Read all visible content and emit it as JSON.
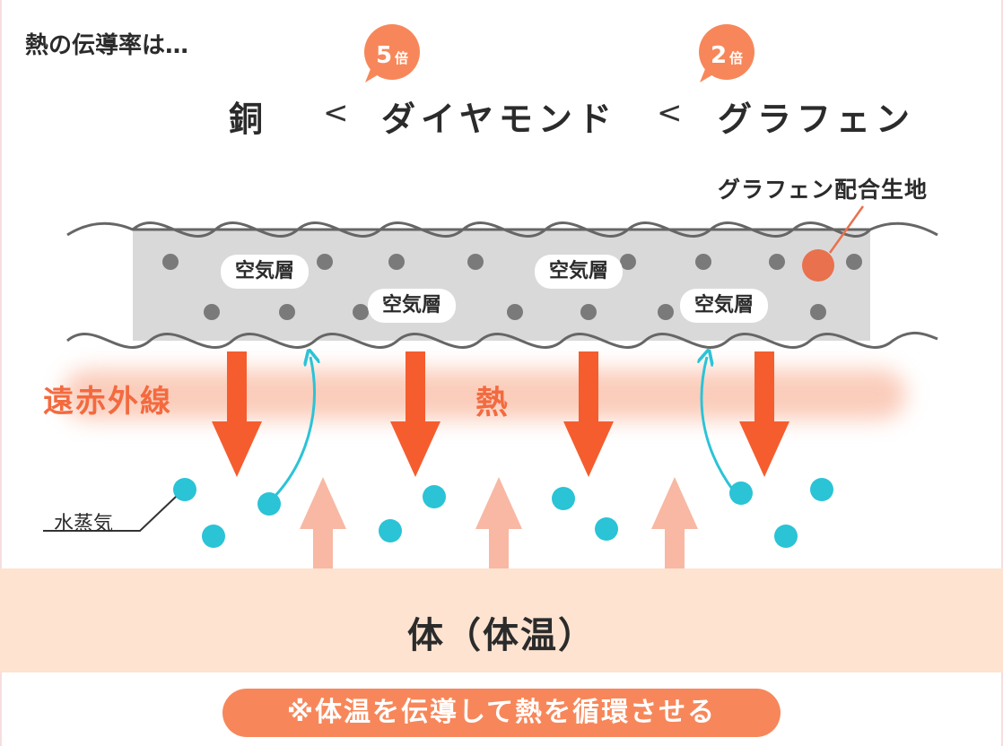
{
  "intro": "熱の伝導率は…",
  "comparison": {
    "copper": "銅",
    "diamond": "ダイヤモンド",
    "graphene": "グラフェン",
    "less_than": "<"
  },
  "badges": [
    {
      "value": "5",
      "unit": "倍"
    },
    {
      "value": "2",
      "unit": "倍"
    }
  ],
  "fabric_label": "グラフェン配合生地",
  "air_layer_label": "空気層",
  "far_infrared_label": "遠赤外線",
  "heat_label": "熱",
  "water_vapor_label": "水蒸気",
  "body_label": "体（体温）",
  "note": "※体温を伝導して熱を循環させる",
  "colors": {
    "accent_orange": "#f36a3f",
    "badge_orange": "#f7875a",
    "arrow_down": "#f55d2f",
    "arrow_up": "#f8b8a3",
    "fabric_gray": "#d9d9d9",
    "dot_gray": "#7a7a7a",
    "graphene_dot": "#e9714d",
    "vapor_cyan": "#2bc3d6",
    "body_peach": "#fde3d0"
  },
  "icons": {
    "heat_down": "arrow-down-icon",
    "body_heat_up": "arrow-up-icon",
    "vapor_path": "curved-arrow-icon"
  }
}
